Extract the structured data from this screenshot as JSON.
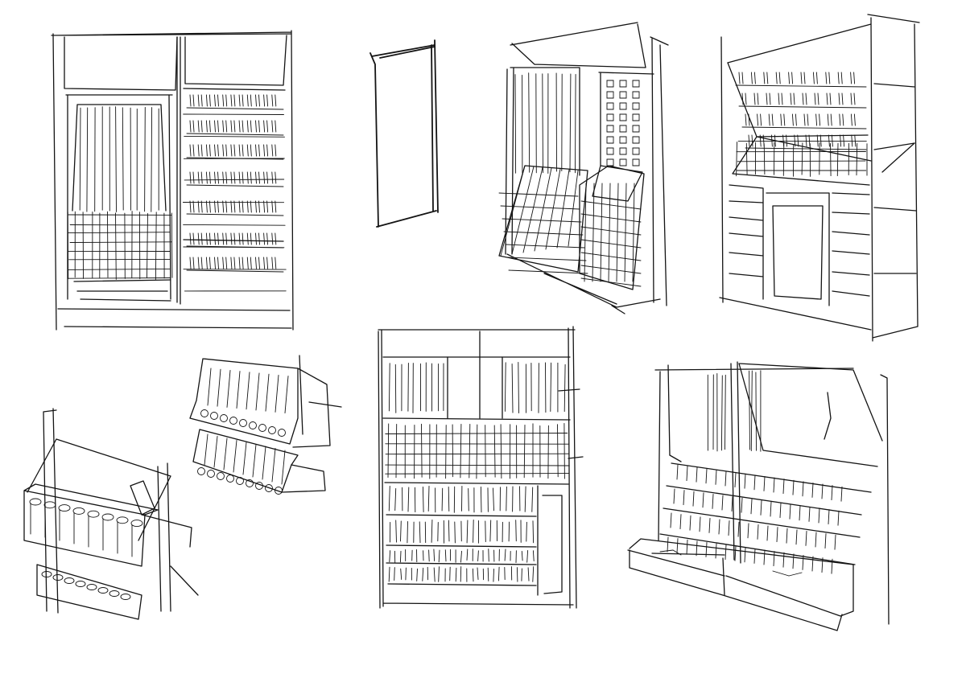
{
  "page": {
    "background": "#ffffff",
    "ink_color": "#141414"
  },
  "sketches": [
    {
      "id": "cabinet-front-open-shelves",
      "kind": "front-view"
    },
    {
      "id": "side-panel",
      "kind": "panel"
    },
    {
      "id": "grid-bin-display",
      "kind": "perspective"
    },
    {
      "id": "tall-cabinet-with-drawers",
      "kind": "perspective"
    },
    {
      "id": "wall-slot-shelf",
      "kind": "perspective"
    },
    {
      "id": "two-tier-slot-shelf",
      "kind": "perspective"
    },
    {
      "id": "tall-shelving-front",
      "kind": "front-view"
    },
    {
      "id": "stepped-display-unit",
      "kind": "perspective"
    }
  ]
}
